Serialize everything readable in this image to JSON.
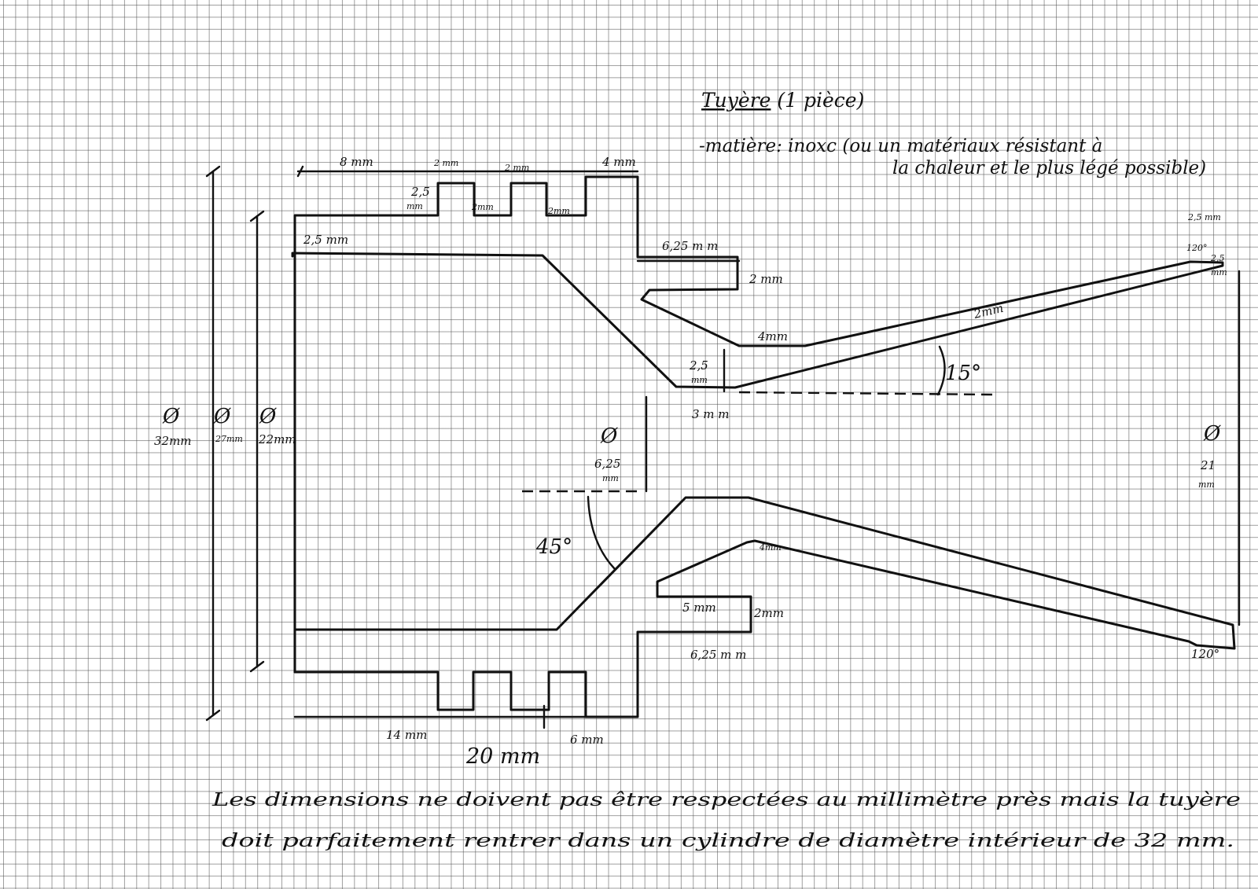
{
  "title": {
    "underlined": "Tuyère",
    "rest": "(1 pièce)",
    "material_line1": "-matière: inoxc (ou un matériaux résistant à",
    "material_line2": "la chaleur et le plus légé possible)"
  },
  "dimensions": {
    "d_8mm": "8 mm",
    "d_2mm_a": "2 mm",
    "d_2mm_b": "2 mm",
    "d_4mm_top": "4 mm",
    "d_2_5_top_a": "2,5",
    "d_2_5_top_b": "mm",
    "d_2mm_slot_a": "2mm",
    "d_2mm_slot_b": "2mm",
    "d_2_5mm_left": "2,5 mm",
    "d_6_25_top": "6,25 m m",
    "d_2mm_flange_top": "2 mm",
    "d_4mm_inner_top": "4mm",
    "d_2mm_wall": "2mm",
    "d_2_5_throat_a": "2,5",
    "d_2_5_throat_b": "mm",
    "d_3mm": "3 m m",
    "d_2_5mm_tip": "2,5 mm",
    "d_120_top": "120°",
    "d_2_5_tip_a": "2,5",
    "d_2_5_tip_b": "mm",
    "d_6_25_throat_a": "6,25",
    "d_6_25_throat_b": "mm",
    "d_21_a": "21",
    "d_21_b": "mm",
    "d_4mm_inner_bottom": "4mm",
    "d_5mm": "5 mm",
    "d_2mm_flange_bottom": "2mm",
    "d_6_25_bottom": "6,25 m m",
    "d_120_bottom": "120°",
    "d_14mm": "14 mm",
    "d_6mm": "6 mm",
    "d_20mm": "20 mm",
    "dia_symbol": "Ø",
    "dia_32": "32mm",
    "dia_27": "27mm",
    "dia_22": "22mm",
    "angle_45": "45°",
    "angle_15": "15°"
  },
  "note": {
    "line1": "Les dimensions ne doivent pas être respectées au millimètre près mais la tuyère",
    "line2": "doit parfaitement rentrer dans un cylindre de diamètre intérieur de 32 mm."
  }
}
